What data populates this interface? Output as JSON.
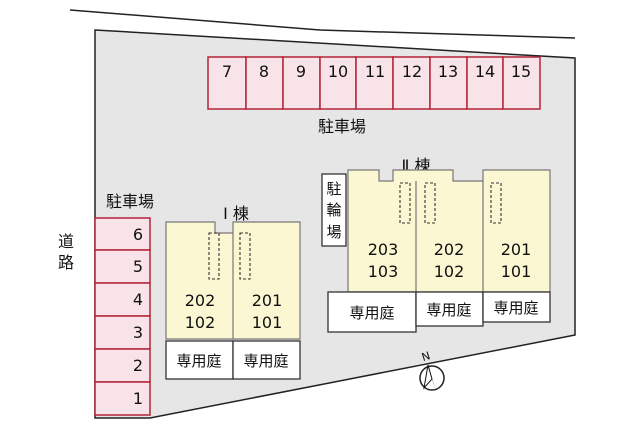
{
  "road_label": "道路",
  "parking_top": {
    "label": "駐車場",
    "spaces": [
      "7",
      "8",
      "9",
      "10",
      "11",
      "12",
      "13",
      "14",
      "15"
    ]
  },
  "parking_left": {
    "label": "駐車場",
    "spaces": [
      "6",
      "5",
      "4",
      "3",
      "2",
      "1"
    ]
  },
  "bicycle_parking": {
    "label": [
      "駐",
      "輪",
      "場"
    ]
  },
  "building_1": {
    "label": "Ⅰ 棟",
    "units": [
      {
        "upper": "202",
        "lower": "102"
      },
      {
        "upper": "201",
        "lower": "101"
      }
    ],
    "gardens": [
      "専用庭",
      "専用庭"
    ]
  },
  "building_2": {
    "label": "Ⅱ 棟",
    "units": [
      {
        "upper": "203",
        "lower": "103"
      },
      {
        "upper": "202",
        "lower": "102"
      },
      {
        "upper": "201",
        "lower": "101"
      }
    ],
    "gardens": [
      "専用庭",
      "専用庭",
      "専用庭"
    ]
  },
  "compass": {
    "label": "N"
  },
  "colors": {
    "site": "#e6e6e6",
    "parking_fill": "#f8e4e8",
    "parking_stroke": "#b3243a",
    "building_fill": "#fbf7d2"
  }
}
